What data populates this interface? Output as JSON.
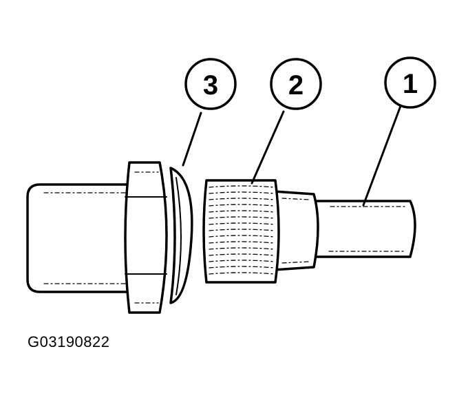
{
  "figure": {
    "id_label": "G03190822"
  },
  "callouts": [
    {
      "number": "1"
    },
    {
      "number": "2"
    },
    {
      "number": "3"
    }
  ],
  "colors": {
    "line": "#000000",
    "background": "#ffffff"
  }
}
